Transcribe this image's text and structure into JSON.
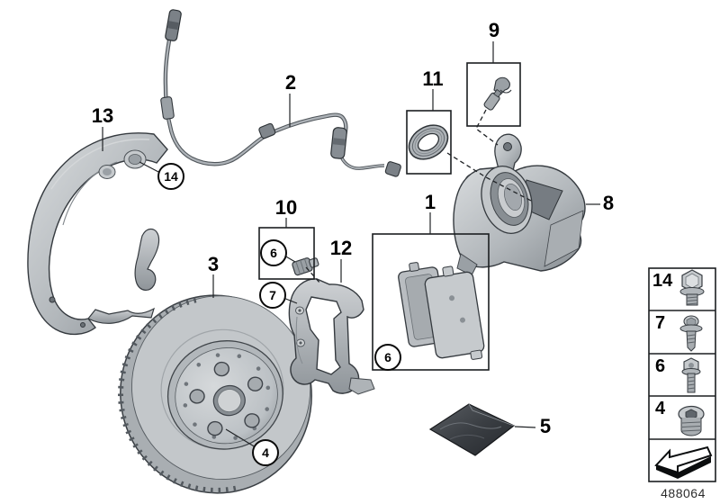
{
  "doc_number": "488064",
  "callouts": {
    "pads": "1",
    "sensor": "2",
    "disc": "3",
    "disc_screw": "4",
    "grease": "5",
    "guide_bolt": "6",
    "pad_bolt": "6",
    "carrier_bolt": "7",
    "caliper": "8",
    "bleeder": "9",
    "guide_kit": "10",
    "seal": "11",
    "carrier": "12",
    "shield": "13",
    "shield_bolt": "14"
  },
  "legend": {
    "rows": [
      {
        "num": "14",
        "icon": "flange-bolt-icon"
      },
      {
        "num": "7",
        "icon": "washer-screw-icon"
      },
      {
        "num": "6",
        "icon": "long-bolt-icon"
      },
      {
        "num": "4",
        "icon": "socket-plug-icon"
      },
      {
        "num": "",
        "icon": "direction-arrow-icon"
      }
    ]
  }
}
